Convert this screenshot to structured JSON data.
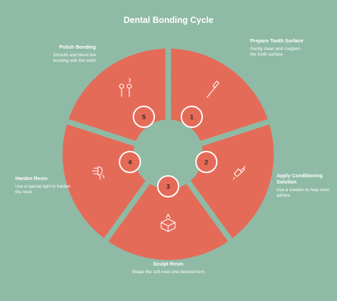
{
  "title": "Dental Bonding Cycle",
  "colors": {
    "background": "#8fbaa5",
    "segment": "#e56b59",
    "stroke": "#ffffff"
  },
  "steps": [
    {
      "number": "1",
      "title": "Prepare Tooth Surface",
      "description": "Gently clean and roughen the tooth surface",
      "icon": "toothbrush-icon"
    },
    {
      "number": "2",
      "title": "Apply Conditioning Solution",
      "description": "Use a solution to help resin adhere",
      "icon": "dropper-bottle-icon"
    },
    {
      "number": "3",
      "title": "Sculpt Resin",
      "description": "Shape the soft resin into desired form",
      "icon": "sculpting-block-icon"
    },
    {
      "number": "4",
      "title": "Harden Resin",
      "description": "Use a special light to harden the resin",
      "icon": "curing-light-icon"
    },
    {
      "number": "5",
      "title": "Polish Bonding",
      "description": "Smooth and blend the bonding with the tooth",
      "icon": "polishing-tools-icon"
    }
  ]
}
